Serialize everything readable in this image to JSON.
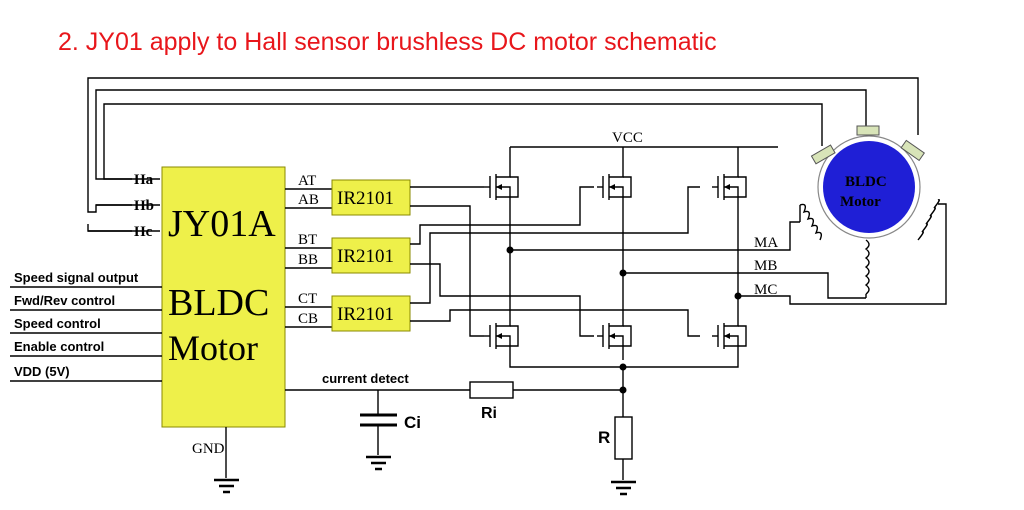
{
  "title": "2. JY01 apply to Hall sensor brushless DC motor schematic",
  "colors": {
    "title": "#e8161b",
    "ic_fill": "#eef04a",
    "ic_stroke": "#8a8a00",
    "motor_blue": "#1f1fd6",
    "sensor_fill": "#d8e4b8"
  },
  "controller": {
    "name": "JY01A",
    "line2": "BLDC",
    "line3": "Motor",
    "hall_inputs": [
      "Ha",
      "Hb",
      "Hc"
    ],
    "outputs": [
      "AT",
      "AB",
      "BT",
      "BB",
      "CT",
      "CB"
    ],
    "gnd": "GND",
    "current_detect": "current detect"
  },
  "control_signals": [
    "Speed signal output",
    "Fwd/Rev control",
    "Speed control",
    "Enable control",
    "VDD (5V)"
  ],
  "drivers": [
    "IR2101",
    "IR2101",
    "IR2101"
  ],
  "vcc": "VCC",
  "phases": [
    "MA",
    "MB",
    "MC"
  ],
  "motor": {
    "line1": "BLDC",
    "line2": "Motor"
  },
  "components": {
    "capacitor": "Ci",
    "resistor_i": "Ri",
    "resistor": "R"
  }
}
